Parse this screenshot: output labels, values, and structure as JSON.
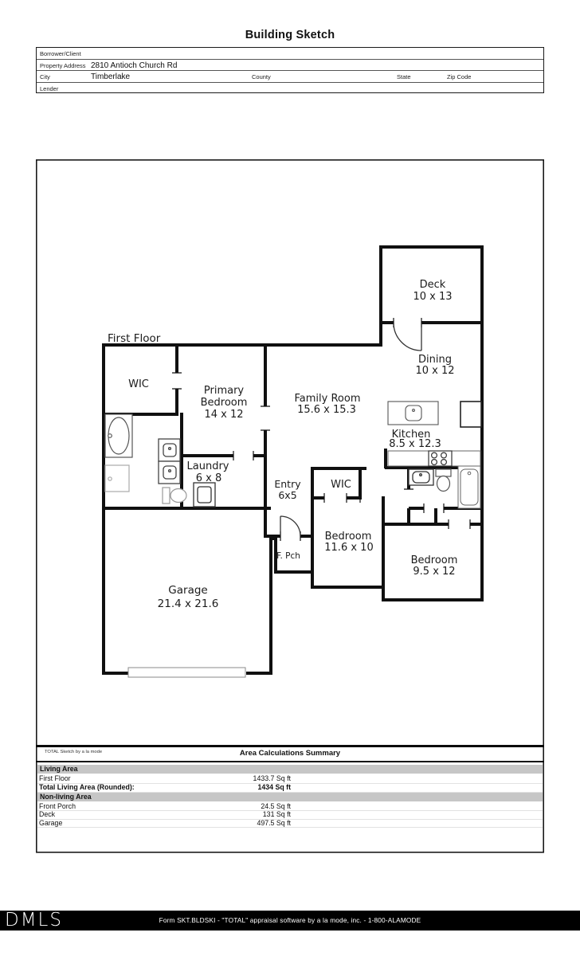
{
  "title": "Building Sketch",
  "header": {
    "borrower_label": "Borrower/Client",
    "address_label": "Property Address",
    "address_value": "2810 Antioch Church Rd",
    "city_label": "City",
    "city_value": "Timberlake",
    "county_label": "County",
    "state_label": "State",
    "zip_label": "Zip Code",
    "lender_label": "Lender"
  },
  "sketch": {
    "floor_label": "First Floor",
    "rooms": {
      "deck": {
        "name": "Deck",
        "dims": "10 x 13"
      },
      "dining": {
        "name": "Dining",
        "dims": "10 x 12"
      },
      "family_room": {
        "name": "Family Room",
        "dims": "15.6 x 15.3"
      },
      "kitchen": {
        "name": "Kitchen",
        "dims": "8.5 x 12.3"
      },
      "wic_primary": {
        "name": "WIC"
      },
      "primary_bedroom": {
        "line1": "Primary",
        "line2": "Bedroom",
        "dims": "14 x 12"
      },
      "laundry": {
        "name": "Laundry",
        "dims": "6 x 8"
      },
      "entry": {
        "name": "Entry",
        "dims": "6x5"
      },
      "wic_hall": {
        "name": "WIC"
      },
      "bedroom_2": {
        "name": "Bedroom",
        "dims": "11.6 x 10"
      },
      "bedroom_3": {
        "name": "Bedroom",
        "dims": "9.5 x 12"
      },
      "front_porch": {
        "name": "F. Pch"
      },
      "garage": {
        "name": "Garage",
        "dims": "21.4 x 21.6"
      }
    }
  },
  "summary": {
    "watermark": "TOTAL Sketch by a la mode",
    "title": "Area Calculations Summary",
    "living_header": "Living Area",
    "living_rows": [
      {
        "label": "First Floor",
        "value": "1433.7 Sq ft"
      }
    ],
    "total_row": {
      "label": "Total Living Area (Rounded):",
      "value": "1434 Sq ft"
    },
    "nonliving_header": "Non-living Area",
    "nonliving_rows": [
      {
        "label": "Front Porch",
        "value": "24.5 Sq ft"
      },
      {
        "label": "Deck",
        "value": "131 Sq ft"
      },
      {
        "label": "Garage",
        "value": "497.5 Sq ft"
      }
    ]
  },
  "footer": {
    "logo_text": "DMLS",
    "form_text": "Form SKT.BLDSKI - \"TOTAL\" appraisal software by a la mode, inc. - 1-800-ALAMODE"
  },
  "colors": {
    "wall": "#101010",
    "section_bar": "#c6c6c6",
    "footer_bar": "#000000",
    "fixture_gray": "#999999"
  }
}
